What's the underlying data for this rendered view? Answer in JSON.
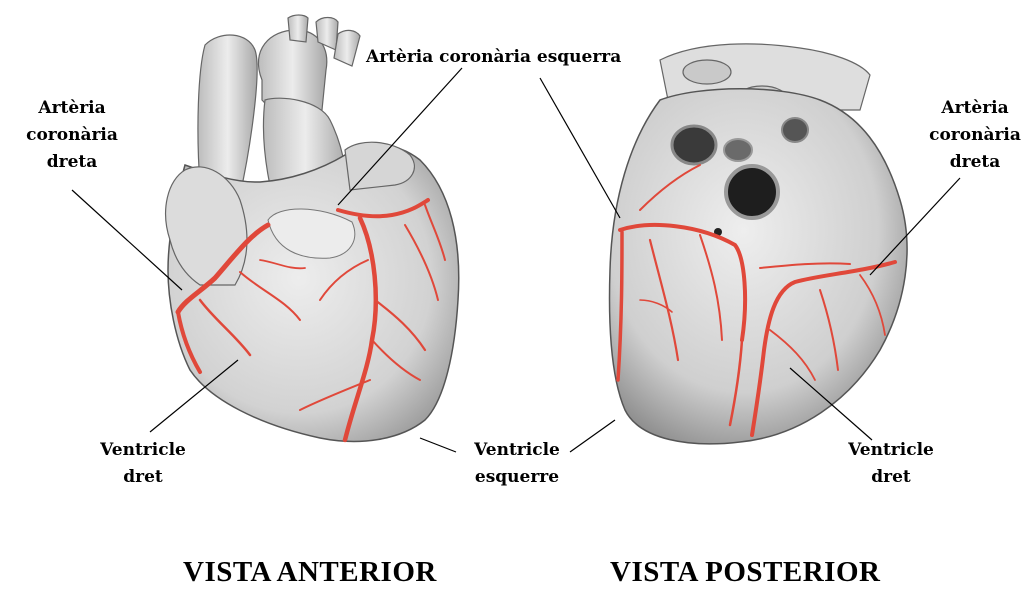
{
  "labels": {
    "left_coronary": "Artèria coronària esquerra",
    "right_coronary_anterior": [
      "Artèria",
      "coronària",
      "dreta"
    ],
    "right_coronary_posterior": [
      "Artèria",
      "coronària",
      "dreta"
    ],
    "right_ventricle_anterior": [
      "Ventricle",
      "dret"
    ],
    "left_ventricle": [
      "Ventricle",
      "esquerre"
    ],
    "right_ventricle_posterior": [
      "Ventricle",
      "dret"
    ]
  },
  "views": {
    "anterior": "VISTA ANTERIOR",
    "posterior": "VISTA POSTERIOR"
  },
  "colors": {
    "artery": "#e0483a",
    "tissue": "#d9d9d9",
    "tissue_shadow": "#a9a9a9",
    "outline": "#555555"
  }
}
